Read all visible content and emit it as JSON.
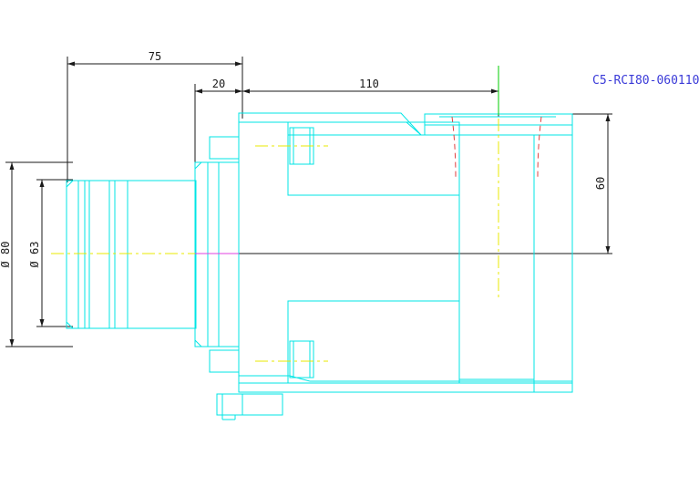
{
  "drawing": {
    "part_number": "C5-RCI80-060110",
    "colors": {
      "outline": "#00e5e5",
      "dimension": "#1a1a1a",
      "centerline": "#e8e800",
      "hidden": "#e04040",
      "axis_marker": "#00cc00",
      "part_number": "#3a3ad8",
      "axis_center": "#e040e0"
    },
    "dimensions": {
      "overall_width": "75",
      "flange_width": "20",
      "body_length": "110",
      "height_to_center": "60",
      "outer_diameter": "Ø 80",
      "inner_diameter": "Ø 63"
    }
  }
}
